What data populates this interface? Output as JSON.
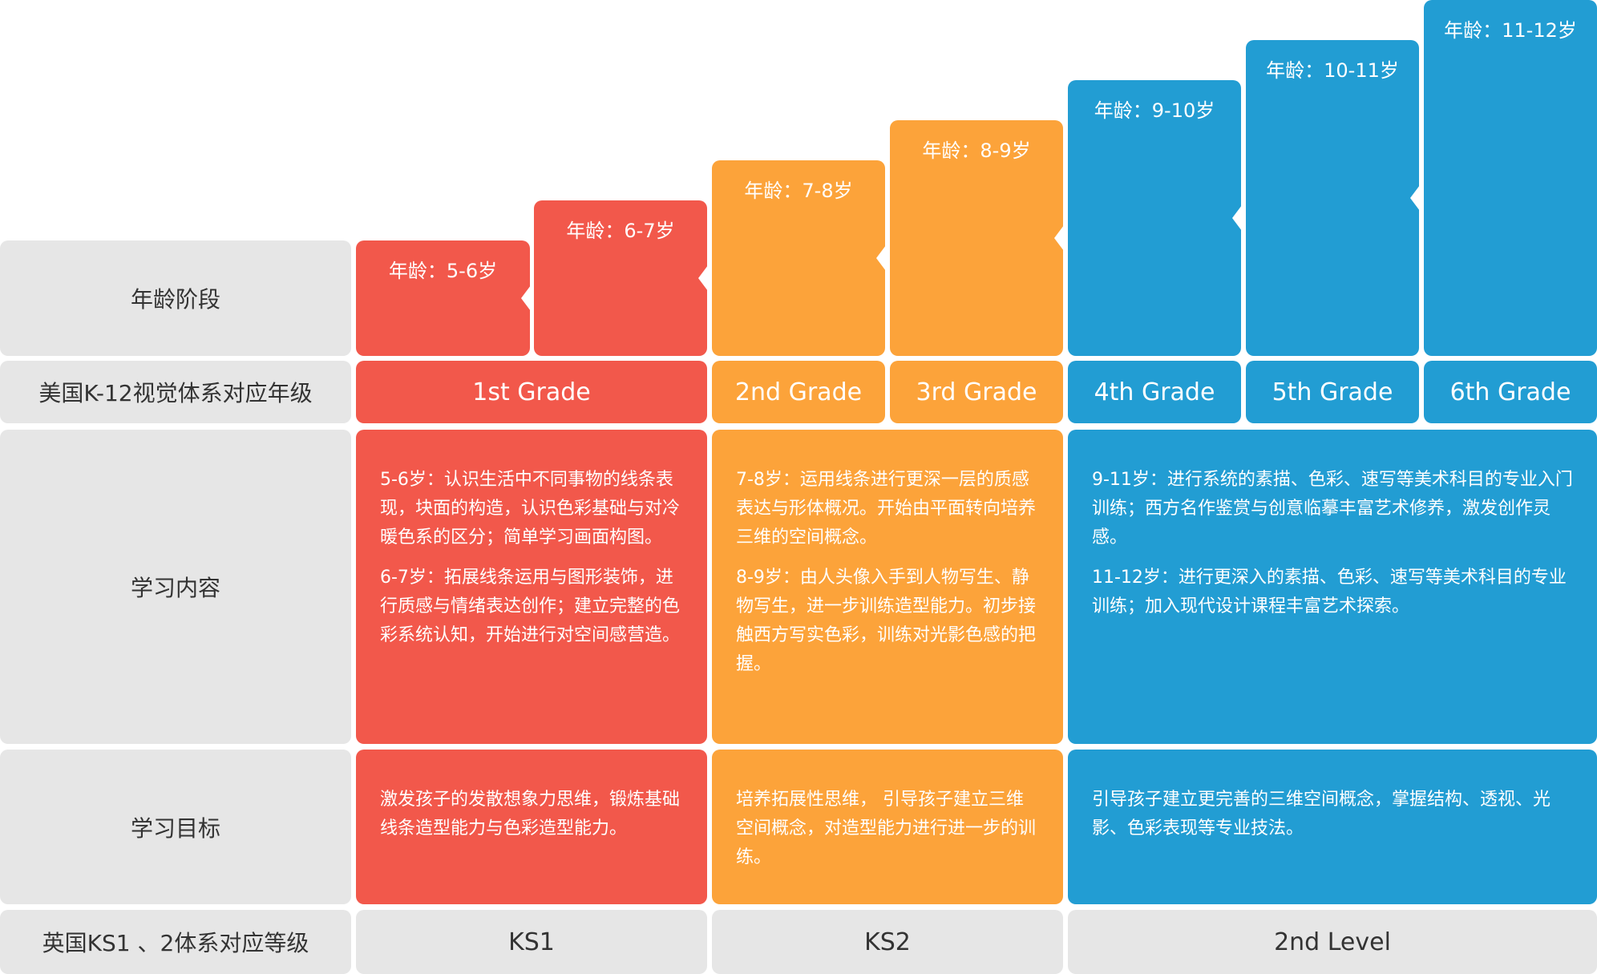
{
  "colors": {
    "red": "#f2584b",
    "orange": "#fca33a",
    "blue": "#229dd3",
    "gray": "#e6e6e6"
  },
  "row_labels": {
    "age": "年龄阶段",
    "us_grade": "美国K-12视觉体系对应年级",
    "content": "学习内容",
    "goal": "学习目标",
    "uk_level": "英国KS1 、2体系对应等级"
  },
  "ages": [
    "年龄：5-6岁",
    "年龄：6-7岁",
    "年龄：7-8岁",
    "年龄：8-9岁",
    "年龄：9-10岁",
    "年龄：10-11岁",
    "年龄：11-12岁"
  ],
  "grades": [
    "1st Grade",
    "2nd Grade",
    "3rd Grade",
    "4th Grade",
    "5th Grade",
    "6th Grade"
  ],
  "content": {
    "red": [
      "5-6岁：认识生活中不同事物的线条表现，块面的构造，认识色彩基础与对冷暖色系的区分；简单学习画面构图。",
      "6-7岁：拓展线条运用与图形装饰，进行质感与情绪表达创作；建立完整的色彩系统认知，开始进行对空间感营造。"
    ],
    "orange": [
      "7-8岁：运用线条进行更深一层的质感表达与形体概况。开始由平面转向培养三维的空间概念。",
      "8-9岁：由人头像入手到人物写生、静物写生，进一步训练造型能力。初步接触西方写实色彩，训练对光影色感的把握。"
    ],
    "blue": [
      "9-11岁：进行系统的素描、色彩、速写等美术科目的专业入门训练；西方名作鉴赏与创意临摹丰富艺术修养，激发创作灵感。",
      "11-12岁：进行更深入的素描、色彩、速写等美术科目的专业训练；加入现代设计课程丰富艺术探索。"
    ]
  },
  "goals": {
    "red": "激发孩子的发散想象力思维，锻炼基础线条造型能力与色彩造型能力。",
    "orange": "培养拓展性思维， 引导孩子建立三维空间概念，对造型能力进行进一步的训练。",
    "blue": "引导孩子建立更完善的三维空间概念，掌握结构、透视、光影、色彩表现等专业技法。"
  },
  "uk_levels": [
    "KS1",
    "KS2",
    "2nd Level"
  ]
}
